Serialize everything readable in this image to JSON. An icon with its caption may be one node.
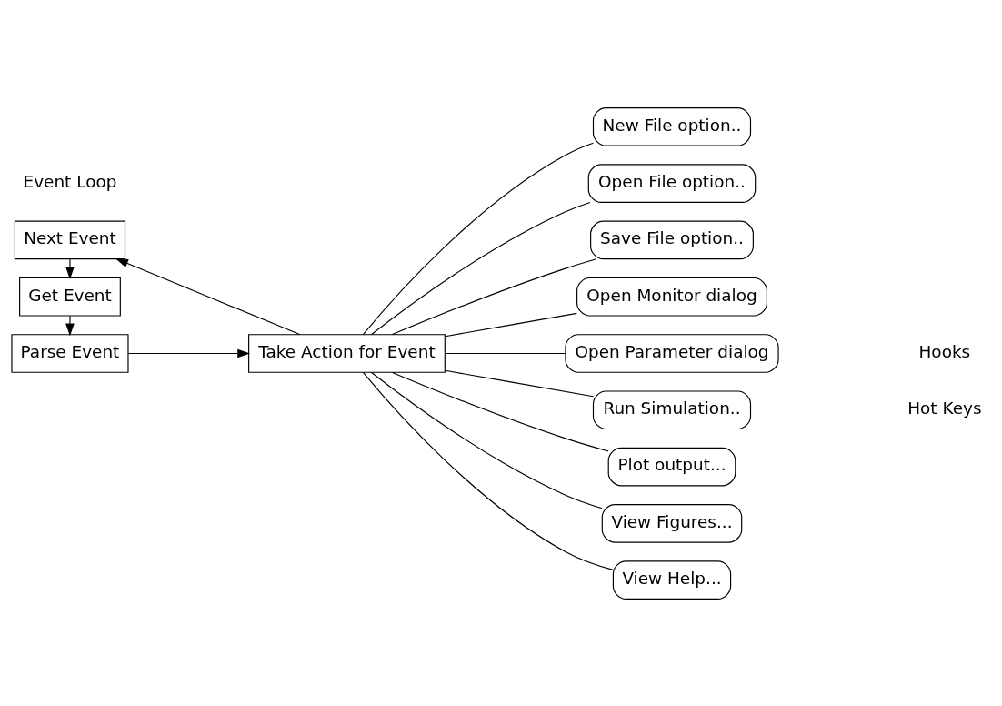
{
  "diagram": {
    "nodes": [
      {
        "text": [
          "Get Event"
        ]
      },
      {
        "text": [
          "Parse Event"
        ]
      },
      {
        "text": [
          "Take Action for Event"
        ]
      },
      {
        "text": [
          "Next Event"
        ]
      },
      {
        "text": [
          "New File option.."
        ]
      },
      {
        "text": [
          "Open File option.."
        ]
      },
      {
        "text": [
          "Save File option.."
        ]
      },
      {
        "text": [
          "Open Monitor dialog"
        ]
      },
      {
        "text": [
          "Open Parameter dialog"
        ]
      },
      {
        "text": [
          "Run Simulation.."
        ]
      },
      {
        "text": [
          "Plot output..."
        ]
      },
      {
        "text": [
          "View Figures..."
        ]
      },
      {
        "text": [
          "View Help..."
        ]
      }
    ],
    "edges": [
      {
        "from": 0,
        "to": 1,
        "arrow": "to"
      },
      {
        "from": 1,
        "to": 2,
        "arrow": "to"
      },
      {
        "from": 2,
        "to": 3,
        "arrow": "to"
      },
      {
        "from": 3,
        "to": 0,
        "arrow": "to"
      },
      {
        "from": 2,
        "to": 4,
        "arrow": "none"
      },
      {
        "from": 2,
        "to": 5,
        "arrow": "none"
      },
      {
        "from": 2,
        "to": 6,
        "arrow": "none"
      },
      {
        "from": 2,
        "to": 7,
        "arrow": "none"
      },
      {
        "from": 2,
        "to": 8,
        "arrow": "none"
      },
      {
        "from": 2,
        "to": 9,
        "arrow": "none"
      },
      {
        "from": 2,
        "to": 10,
        "arrow": "none"
      },
      {
        "from": 2,
        "to": 11,
        "arrow": "none"
      },
      {
        "from": 2,
        "to": 12,
        "arrow": "none"
      }
    ],
    "labels": [
      "Event Loop",
      "Hooks",
      "Hot Keys"
    ]
  }
}
